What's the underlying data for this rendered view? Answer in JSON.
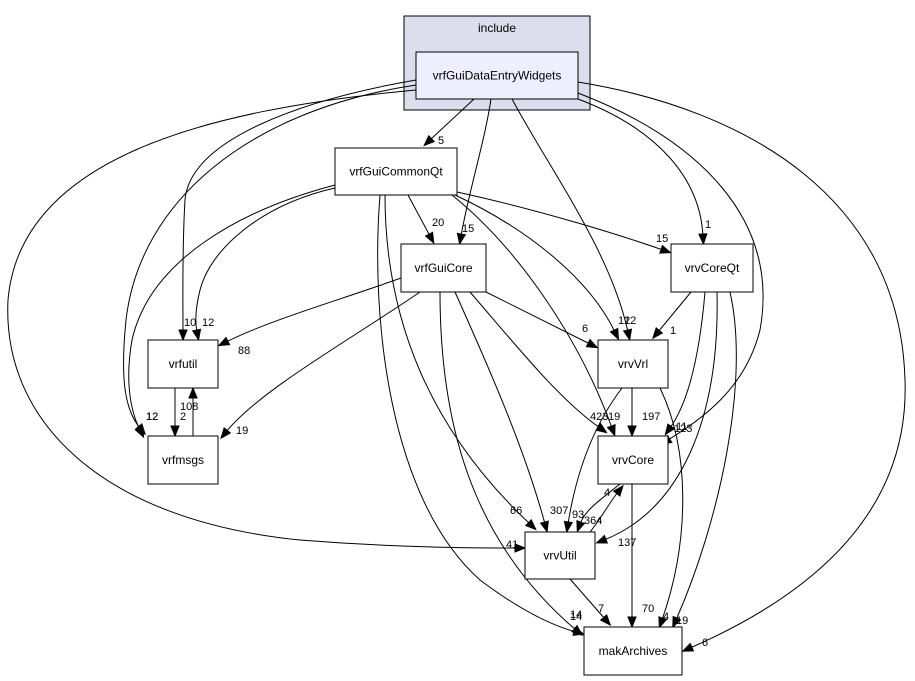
{
  "cluster": {
    "label": "include"
  },
  "nodes": [
    {
      "id": "vrfGuiDataEntryWidgets",
      "label": "vrfGuiDataEntryWidgets",
      "highlight": true
    },
    {
      "id": "vrfGuiCommonQt",
      "label": "vrfGuiCommonQt"
    },
    {
      "id": "vrfGuiCore",
      "label": "vrfGuiCore"
    },
    {
      "id": "vrvCoreQt",
      "label": "vrvCoreQt"
    },
    {
      "id": "vrfutil",
      "label": "vrfutil"
    },
    {
      "id": "vrvVrl",
      "label": "vrvVrl"
    },
    {
      "id": "vrfmsgs",
      "label": "vrfmsgs"
    },
    {
      "id": "vrvCore",
      "label": "vrvCore"
    },
    {
      "id": "vrvUtil",
      "label": "vrvUtil"
    },
    {
      "id": "makArchives",
      "label": "makArchives"
    }
  ],
  "edges": [
    {
      "from": "vrfGuiDataEntryWidgets",
      "to": "vrfGuiCommonQt",
      "label": "5"
    },
    {
      "from": "vrfGuiDataEntryWidgets",
      "to": "vrfGuiCore",
      "label": "15"
    },
    {
      "from": "vrfGuiDataEntryWidgets",
      "to": "vrvCoreQt",
      "label": "1"
    },
    {
      "from": "vrfGuiDataEntryWidgets",
      "to": "vrfutil",
      "label": "10"
    },
    {
      "from": "vrfGuiDataEntryWidgets",
      "to": "vrvVrl",
      "label": "12"
    },
    {
      "from": "vrfGuiDataEntryWidgets",
      "to": "vrfmsgs",
      "label": "12"
    },
    {
      "from": "vrfGuiDataEntryWidgets",
      "to": "vrvCore",
      "label": "123"
    },
    {
      "from": "vrfGuiDataEntryWidgets",
      "to": "vrvUtil",
      "label": "41"
    },
    {
      "from": "vrfGuiDataEntryWidgets",
      "to": "makArchives",
      "label": "6"
    },
    {
      "from": "vrfGuiCommonQt",
      "to": "vrfGuiCore",
      "label": "20"
    },
    {
      "from": "vrfGuiCommonQt",
      "to": "vrvCoreQt",
      "label": "15"
    },
    {
      "from": "vrfGuiCommonQt",
      "to": "vrfutil",
      "label": "12"
    },
    {
      "from": "vrfGuiCommonQt",
      "to": "vrvVrl",
      "label": "12"
    },
    {
      "from": "vrfGuiCommonQt",
      "to": "vrfmsgs",
      "label": "12"
    },
    {
      "from": "vrfGuiCommonQt",
      "to": "vrvCore",
      "label": "423"
    },
    {
      "from": "vrfGuiCommonQt",
      "to": "vrvUtil",
      "label": "66"
    },
    {
      "from": "vrfGuiCommonQt",
      "to": "makArchives",
      "label": "14"
    },
    {
      "from": "vrfGuiCore",
      "to": "vrfutil",
      "label": "88"
    },
    {
      "from": "vrfGuiCore",
      "to": "vrvVrl",
      "label": "6"
    },
    {
      "from": "vrfGuiCore",
      "to": "vrfmsgs",
      "label": "19"
    },
    {
      "from": "vrfGuiCore",
      "to": "vrvCore",
      "label": "19"
    },
    {
      "from": "vrfGuiCore",
      "to": "vrvUtil",
      "label": "307"
    },
    {
      "from": "vrfGuiCore",
      "to": "makArchives",
      "label": "14"
    },
    {
      "from": "vrvCoreQt",
      "to": "vrvVrl",
      "label": "1"
    },
    {
      "from": "vrvCoreQt",
      "to": "vrvCore",
      "label": "11"
    },
    {
      "from": "vrvCoreQt",
      "to": "vrvUtil",
      "label": "137"
    },
    {
      "from": "vrvCoreQt",
      "to": "makArchives",
      "label": "19"
    },
    {
      "from": "vrfutil",
      "to": "vrfmsgs",
      "label": "2"
    },
    {
      "from": "vrfmsgs",
      "to": "vrfutil",
      "label": "108"
    },
    {
      "from": "vrvVrl",
      "to": "vrvCore",
      "label": "197"
    },
    {
      "from": "vrvVrl",
      "to": "vrvUtil",
      "label": "93"
    },
    {
      "from": "vrvVrl",
      "to": "makArchives",
      "label": "4"
    },
    {
      "from": "vrvCore",
      "to": "vrvUtil",
      "label": "364"
    },
    {
      "from": "vrvCore",
      "to": "makArchives",
      "label": "70"
    },
    {
      "from": "vrvUtil",
      "to": "vrvCore",
      "label": "4"
    },
    {
      "from": "vrvUtil",
      "to": "makArchives",
      "label": "7"
    }
  ]
}
